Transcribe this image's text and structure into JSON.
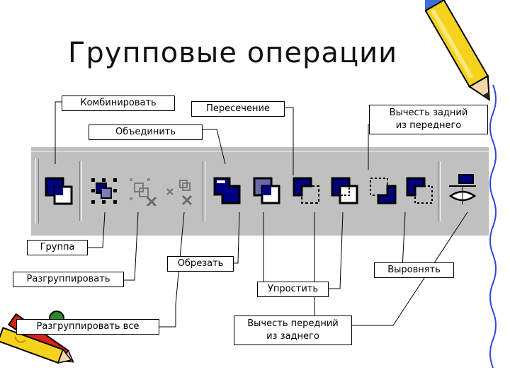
{
  "title": "Групповые операции",
  "labels": {
    "combine": "Комбинировать",
    "weld": "Объединить",
    "intersection": "Пересечение",
    "back_minus_front": "Вычесть задний\nиз переднего",
    "group": "Группа",
    "ungroup": "Разгруппировать",
    "ungroup_all": "Разгруппировать все",
    "trim": "Обрезать",
    "simplify": "Упростить",
    "front_minus_back": "Вычесть передний\nиз заднего",
    "align": "Выровнять"
  },
  "toolbar_buttons": [
    "combine-icon",
    "group-icon",
    "ungroup-icon",
    "ungroup-all-icon",
    "weld-icon",
    "intersect-icon",
    "trim-icon",
    "simplify-icon",
    "front-minus-back-icon",
    "back-minus-front-icon",
    "align-icon"
  ],
  "colors": {
    "toolbar": "#c0c0c0",
    "icon_fill": "#000080",
    "pencil_yellow": "#f5d21b",
    "pencil_red": "#d8231c"
  }
}
